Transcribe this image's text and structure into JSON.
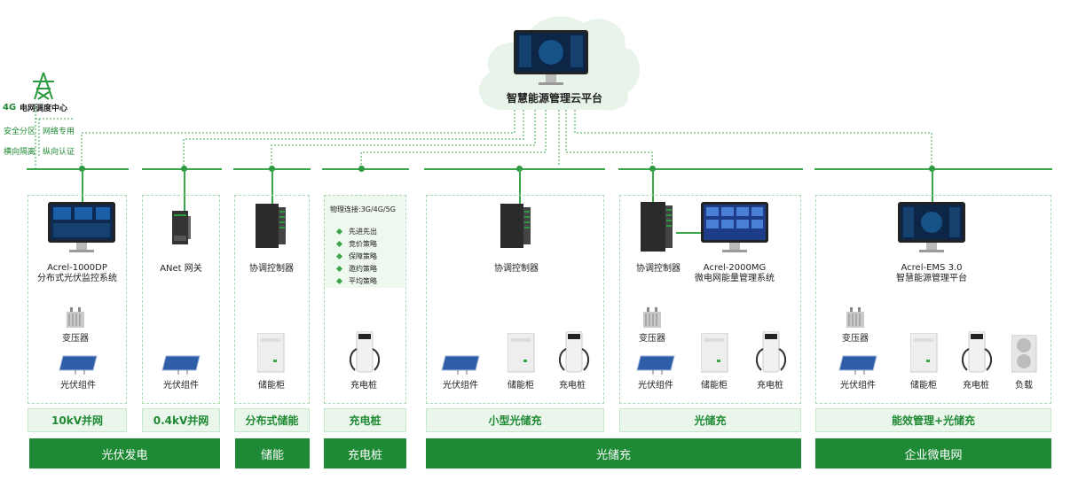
{
  "cloud": {
    "title": "智慧能源管理云平台"
  },
  "grid": {
    "badge": "4G",
    "title": "电网调度中心",
    "labels_left": [
      "安全分区",
      "横向隔离"
    ],
    "labels_right": [
      "网络专用",
      "纵向认证"
    ]
  },
  "panels": {
    "pv": {
      "system": [
        "Acrel-1000DP",
        "分布式光伏监控系统"
      ],
      "transformer": "变压器",
      "pv": "光伏组件",
      "tag": "10kV并网"
    },
    "gw": {
      "device": "ANet 网关",
      "pv": "光伏组件",
      "tag": "0.4kV并网"
    },
    "storage": {
      "controller": "协调控制器",
      "cabinet": "储能柜",
      "tag": "分布式储能"
    },
    "charger": {
      "conn": "物理连接:3G/4G/5G",
      "strategies": [
        "先进先出",
        "竞价策略",
        "保障策略",
        "邀约策略",
        "平均策略"
      ],
      "pile": "充电桩",
      "tag": "充电桩"
    },
    "small": {
      "controller": "协调控制器",
      "pv": "光伏组件",
      "cabinet": "储能柜",
      "pile": "充电桩",
      "tag": "小型光储充"
    },
    "micro": {
      "controller": "协调控制器",
      "system": [
        "Acrel-2000MG",
        "微电网能量管理系统"
      ],
      "transformer": "变压器",
      "pv": "光伏组件",
      "cabinet": "储能柜",
      "pile": "充电桩",
      "tag": "光储充"
    },
    "ems": {
      "system": [
        "Acrel-EMS 3.0",
        "智慧能源管理平台"
      ],
      "transformer": "变压器",
      "pv": "光伏组件",
      "cabinet": "储能柜",
      "pile": "充电桩",
      "load": "负载",
      "tag": "能效管理+光储充"
    }
  },
  "categories": [
    "光伏发电",
    "储能",
    "充电桩",
    "光储充",
    "企业微电网"
  ],
  "colors": {
    "accent": "#1e8a35",
    "line": "#3aa54a",
    "panel_bg": "#eaf6ec"
  }
}
